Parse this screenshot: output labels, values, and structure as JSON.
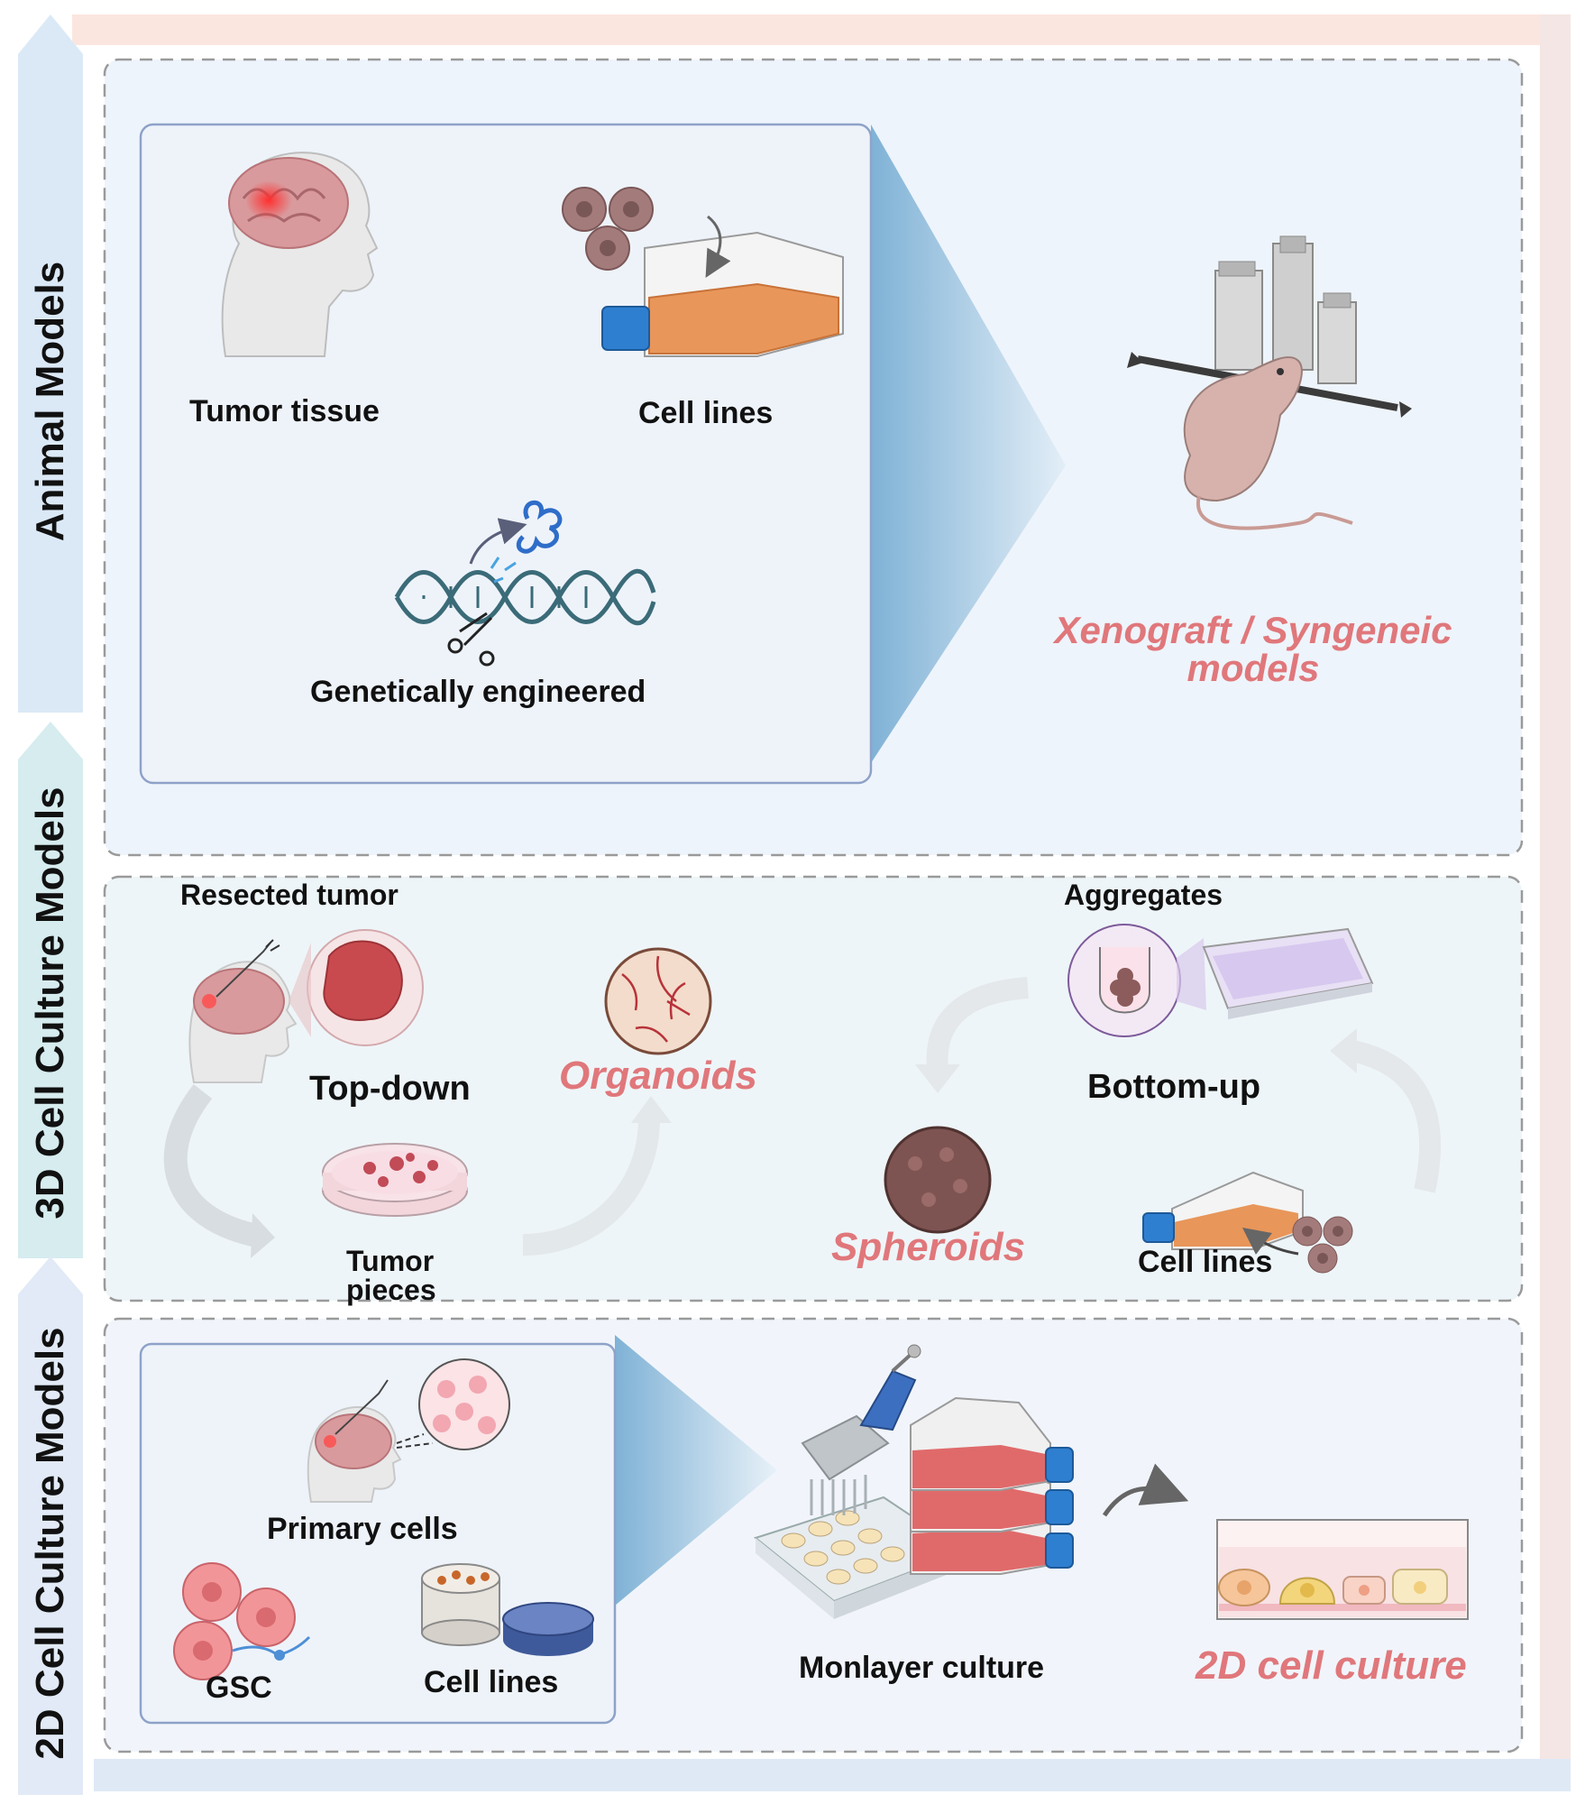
{
  "side_labels": {
    "animal": "Animal Models",
    "three_d": "3D Cell Culture Models",
    "two_d": "2D Cell Culture Models"
  },
  "animal": {
    "tumor_tissue": "Tumor tissue",
    "cell_lines": "Cell lines",
    "genetically_engineered": "Genetically engineered",
    "result": "Xenograft / Syngeneic models"
  },
  "three_d": {
    "resected_tumor": "Resected tumor",
    "top_down": "Top-down",
    "organoids": "Organoids",
    "tumor_pieces_line1": "Tumor",
    "tumor_pieces_line2": "pieces",
    "aggregates": "Aggregates",
    "bottom_up": "Bottom-up",
    "spheroids": "Spheroids",
    "cell_lines": "Cell lines"
  },
  "two_d": {
    "primary_cells": "Primary cells",
    "gsc": "GSC",
    "cell_lines": "Cell lines",
    "monolayer": "Monlayer culture",
    "result": "2D cell culture"
  },
  "colors": {
    "accent_pink": "#e0777b",
    "panel_blue": "#eef3fa",
    "arrow_blue": "#8fbcd9",
    "flask_orange": "#e8965a",
    "flask_red": "#e06a6a"
  }
}
